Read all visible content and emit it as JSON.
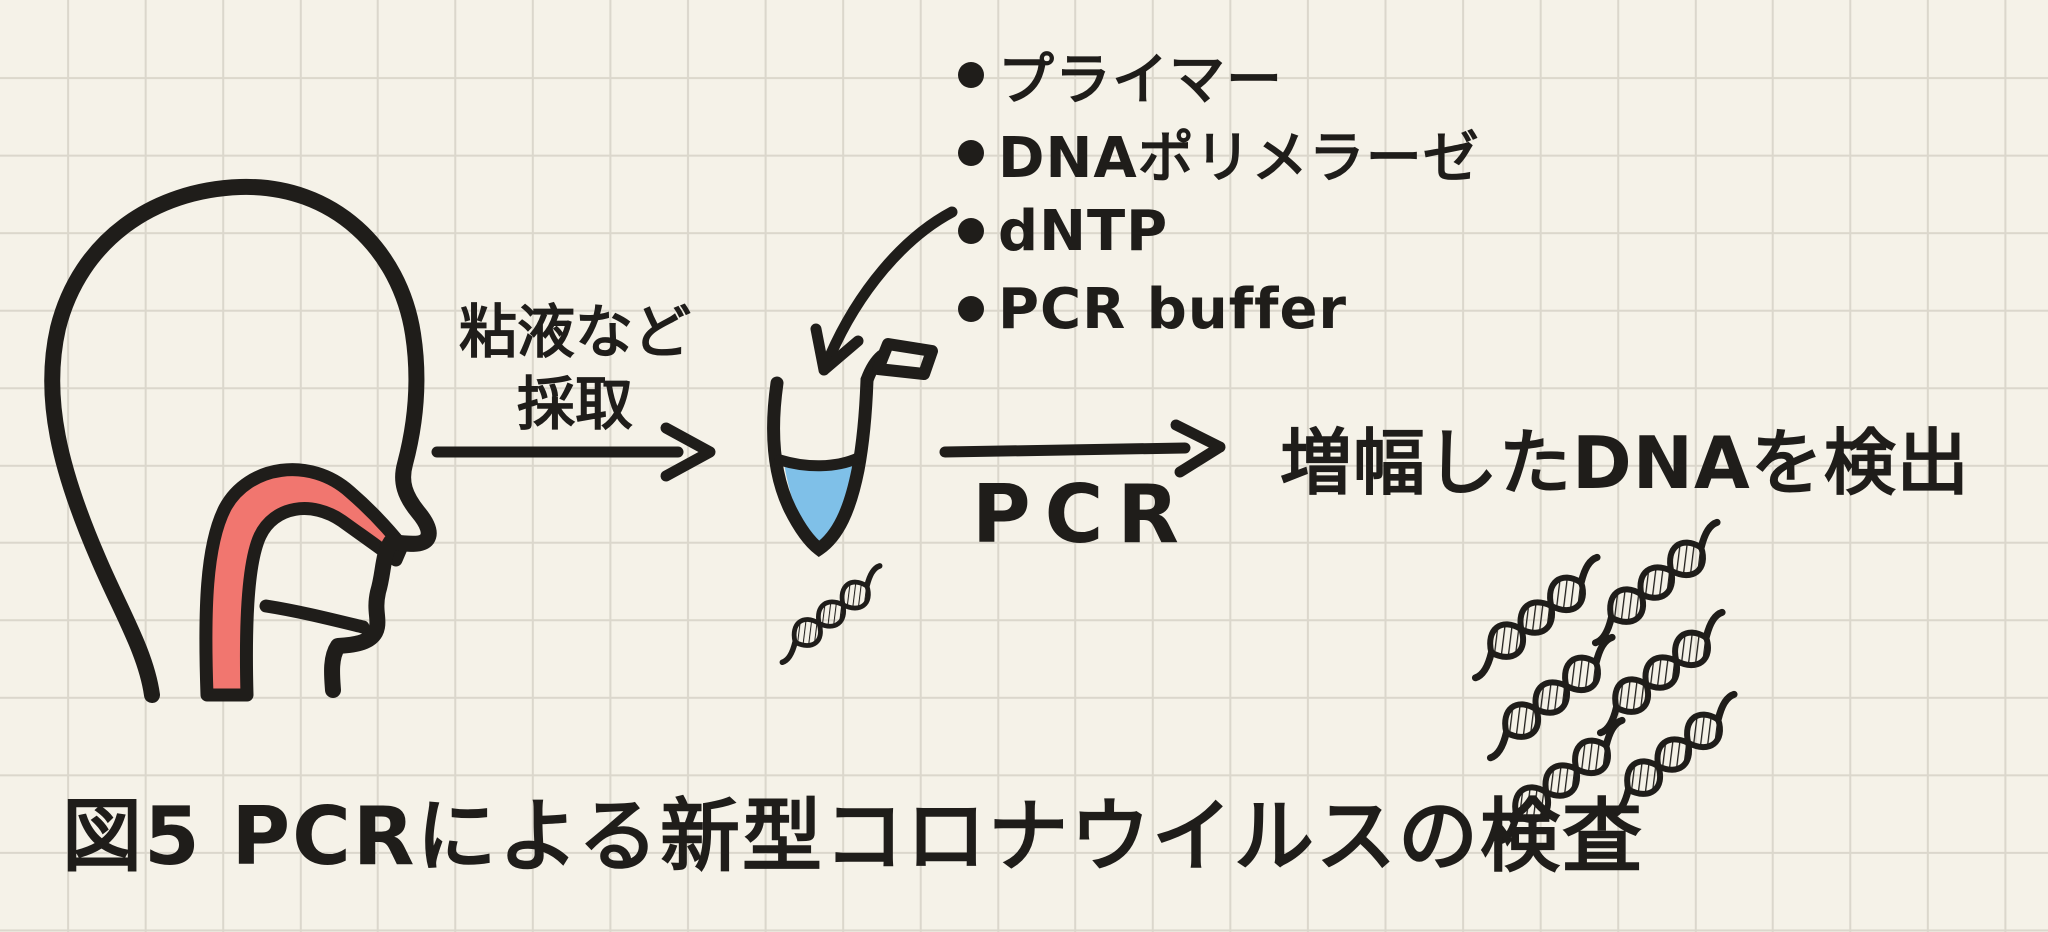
{
  "figure": {
    "caption": "図5 PCRによる新型コロナウイルスの検査",
    "sample_arrow": {
      "label_line1": "粘液など",
      "label_line2": "採取"
    },
    "pcr_arrow": {
      "label": "PCR"
    },
    "result_label": "増幅したDNAを検出",
    "reagents": [
      {
        "label": "プライマー"
      },
      {
        "label": "DNAポリメラーゼ"
      },
      {
        "label": "dNTP"
      },
      {
        "label": "PCR buffer"
      }
    ],
    "illustrations": {
      "head": "human-head-profile-with-throat-highlighted",
      "tube": "pcr-microtube-with-open-cap-and-sample-liquid",
      "dna_small_count": 1,
      "dna_amplified_count": 6
    },
    "colors": {
      "background": "#f5f2e8",
      "grid_line": "#dbd7cc",
      "ink": "#1f1d1a",
      "throat_highlight": "#f1766f",
      "tube_liquid": "#7fc0e8"
    }
  }
}
